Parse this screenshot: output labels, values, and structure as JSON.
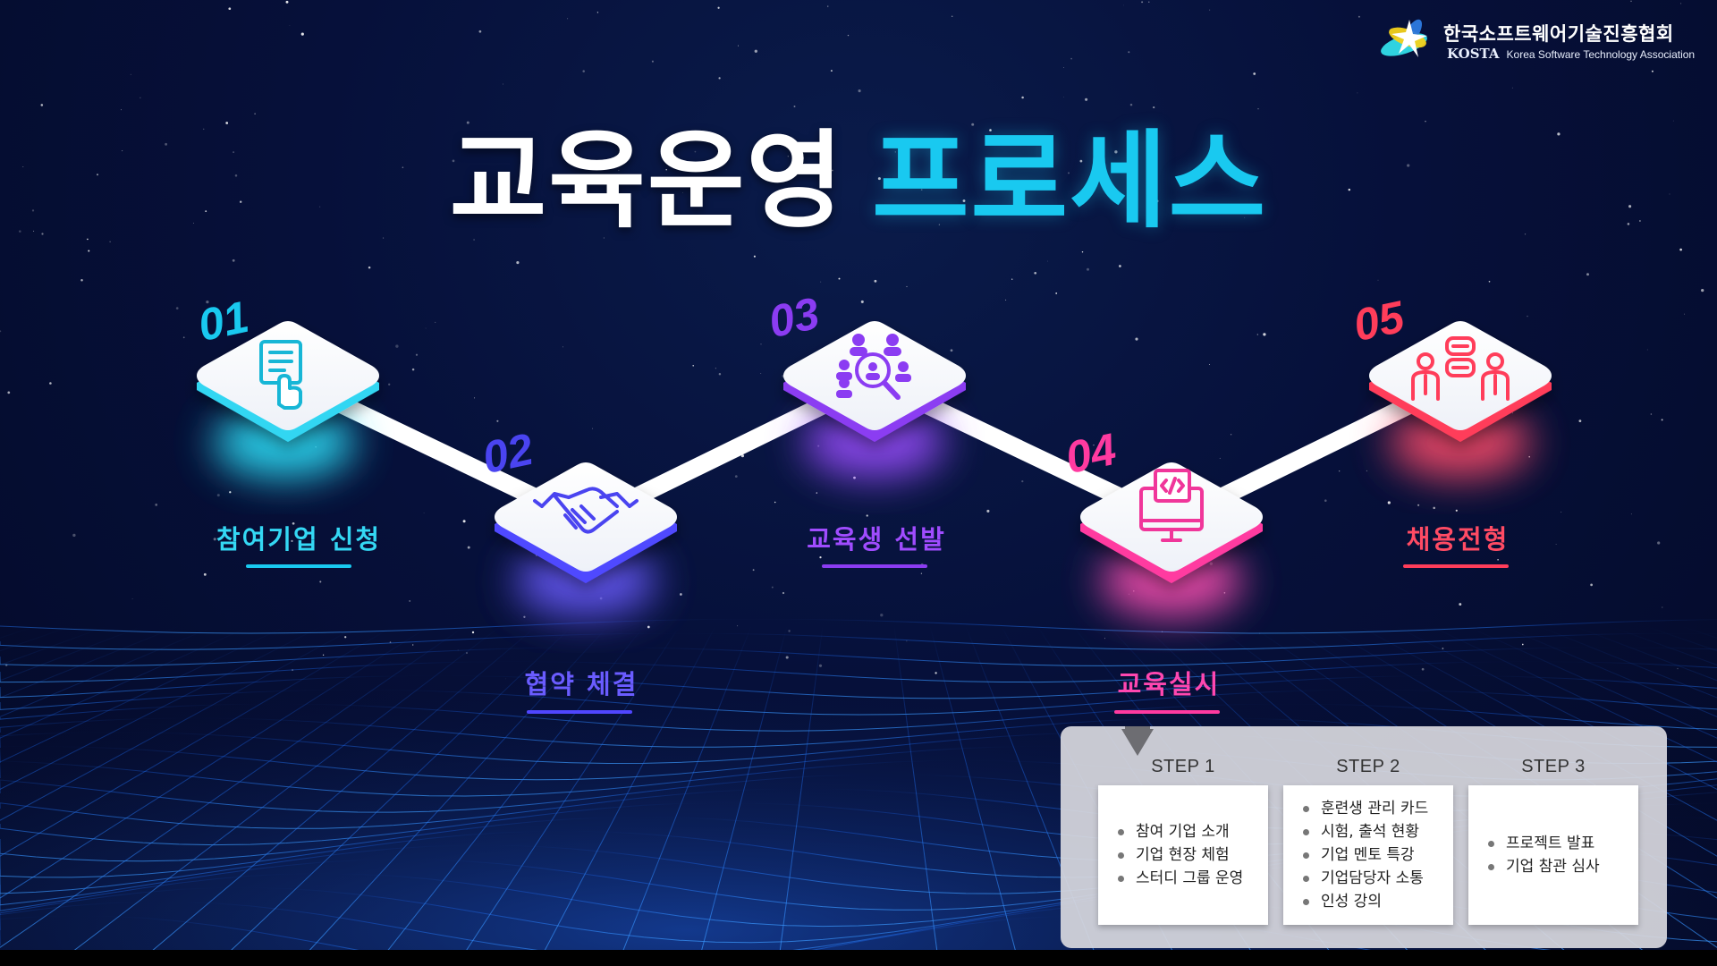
{
  "logo": {
    "korean": "한국소프트웨어기술진흥협회",
    "abbr": "KOSTA",
    "english": "Korea Software Technology Association"
  },
  "title": {
    "white": "교육운영",
    "cyan": "프로세스"
  },
  "colors": {
    "cyan": "#19c9f0",
    "indigo": "#5046ff",
    "violet": "#8b3cf2",
    "pink": "#ff3aa0",
    "red": "#ff3d5a"
  },
  "steps": [
    {
      "number": "01",
      "label": "참여기업 신청",
      "icon": "document-touch-icon"
    },
    {
      "number": "02",
      "label": "협약 체결",
      "icon": "handshake-icon"
    },
    {
      "number": "03",
      "label": "교육생 선발",
      "icon": "people-search-icon"
    },
    {
      "number": "04",
      "label": "교육실시",
      "icon": "monitor-code-icon"
    },
    {
      "number": "05",
      "label": "채용전형",
      "icon": "interview-chat-icon"
    }
  ],
  "training_steps": [
    {
      "title": "STEP 1",
      "items": [
        "참여 기업 소개",
        "기업 현장 체험",
        "스터디 그룹 운영"
      ]
    },
    {
      "title": "STEP 2",
      "items": [
        "훈련생 관리 카드",
        "시험, 출석 현황",
        "기업 멘토 특강",
        "기업담당자 소통",
        "인성 강의"
      ]
    },
    {
      "title": "STEP 3",
      "items": [
        "프로젝트 발표",
        "기업 참관 심사"
      ]
    }
  ]
}
